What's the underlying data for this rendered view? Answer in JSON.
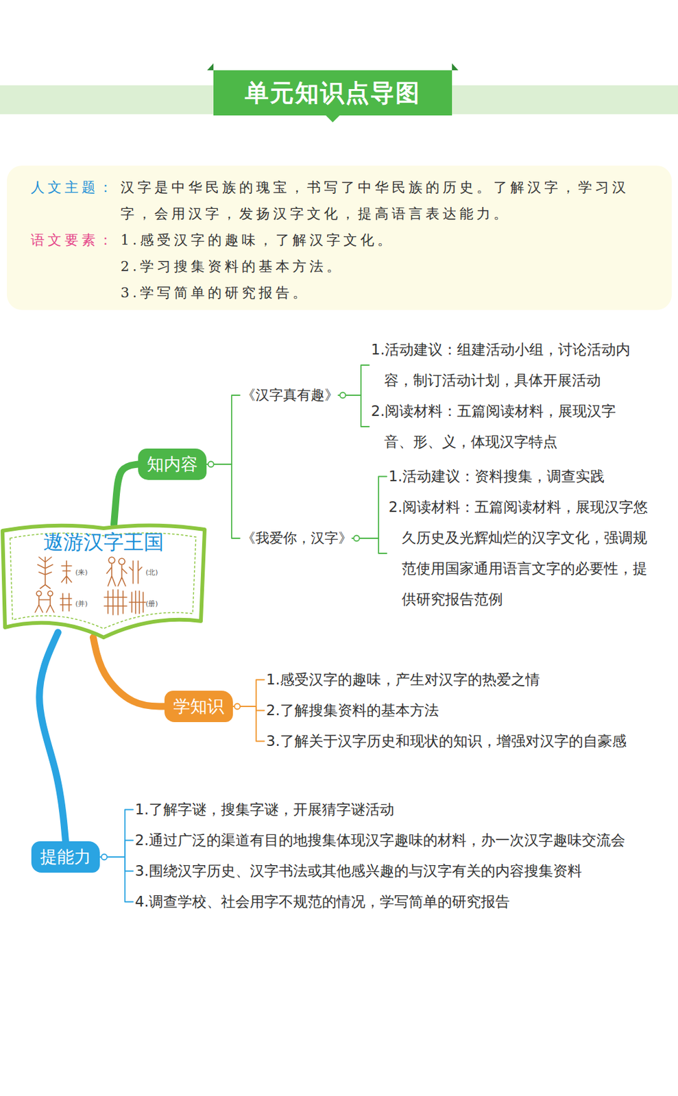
{
  "diagram": {
    "title": "单元知识点导图",
    "nodes": [
      {
        "text": [
          "人文主题：",
          "汉字是中华民族的瑰宝，书写了中华民族的历史。了解汉字，学习汉字，会用汉字，发扬汉字文化，提高语言表达能力。",
          "语文要素：",
          "1.感受汉字的趣味，了解汉字文化。",
          "2.学习搜集资料的基本方法。",
          "3.学写简单的研究报告。"
        ]
      },
      {
        "text": [
          "遨游汉字王国",
          "(来)",
          "(北)",
          "(并)",
          "(册)"
        ]
      },
      {
        "text": [
          "知内容"
        ]
      },
      {
        "text": [
          "《汉字真有趣》"
        ]
      },
      {
        "text": [
          "1.活动建议：组建活动小组，讨论活动内容，制订活动计划，具体开展活动"
        ]
      },
      {
        "text": [
          "2.阅读材料：五篇阅读材料，展现汉字音、形、义，体现汉字特点"
        ]
      },
      {
        "text": [
          "《我爱你，汉字》"
        ]
      },
      {
        "text": [
          "1.活动建议：资料搜集，调查实践"
        ]
      },
      {
        "text": [
          "2.阅读材料：五篇阅读材料，展现汉字悠久历史及光辉灿烂的汉字文化，强调规范使用国家通用语言文字的必要性，提供研究报告范例"
        ]
      },
      {
        "text": [
          "学知识"
        ]
      },
      {
        "text": [
          "1.感受汉字的趣味，产生对汉字的热爱之情"
        ]
      },
      {
        "text": [
          "2.了解搜集资料的基本方法"
        ]
      },
      {
        "text": [
          "3.了解关于汉字历史和现状的知识，增强对汉字的自豪感"
        ]
      },
      {
        "text": [
          "提能力"
        ]
      },
      {
        "text": [
          "1.了解字谜，搜集字谜，开展猜字谜活动"
        ]
      },
      {
        "text": [
          "2.通过广泛的渠道有目的地搜集体现汉字趣味的材料，办一次汉字趣味交流会"
        ]
      },
      {
        "text": [
          "3.围绕汉字历史、汉字书法或其他感兴趣的与汉字有关的内容搜集资料"
        ]
      },
      {
        "text": [
          "4.调查学校、社会用字不规范的情况，学写简单的研究报告"
        ]
      }
    ],
    "edges": [
      {
        "from": 1,
        "to": 2,
        "arrow": "none"
      },
      {
        "from": 2,
        "to": 3,
        "arrow": "none"
      },
      {
        "from": 3,
        "to": 4,
        "arrow": "none"
      },
      {
        "from": 3,
        "to": 5,
        "arrow": "none"
      },
      {
        "from": 2,
        "to": 6,
        "arrow": "none"
      },
      {
        "from": 6,
        "to": 7,
        "arrow": "none"
      },
      {
        "from": 6,
        "to": 8,
        "arrow": "none"
      },
      {
        "from": 1,
        "to": 9,
        "arrow": "none"
      },
      {
        "from": 9,
        "to": 10,
        "arrow": "none"
      },
      {
        "from": 9,
        "to": 11,
        "arrow": "none"
      },
      {
        "from": 9,
        "to": 12,
        "arrow": "none"
      },
      {
        "from": 1,
        "to": 13,
        "arrow": "none"
      },
      {
        "from": 13,
        "to": 14,
        "arrow": "none"
      },
      {
        "from": 13,
        "to": 15,
        "arrow": "none"
      },
      {
        "from": 13,
        "to": 16,
        "arrow": "none"
      },
      {
        "from": 13,
        "to": 17,
        "arrow": "none"
      }
    ]
  }
}
